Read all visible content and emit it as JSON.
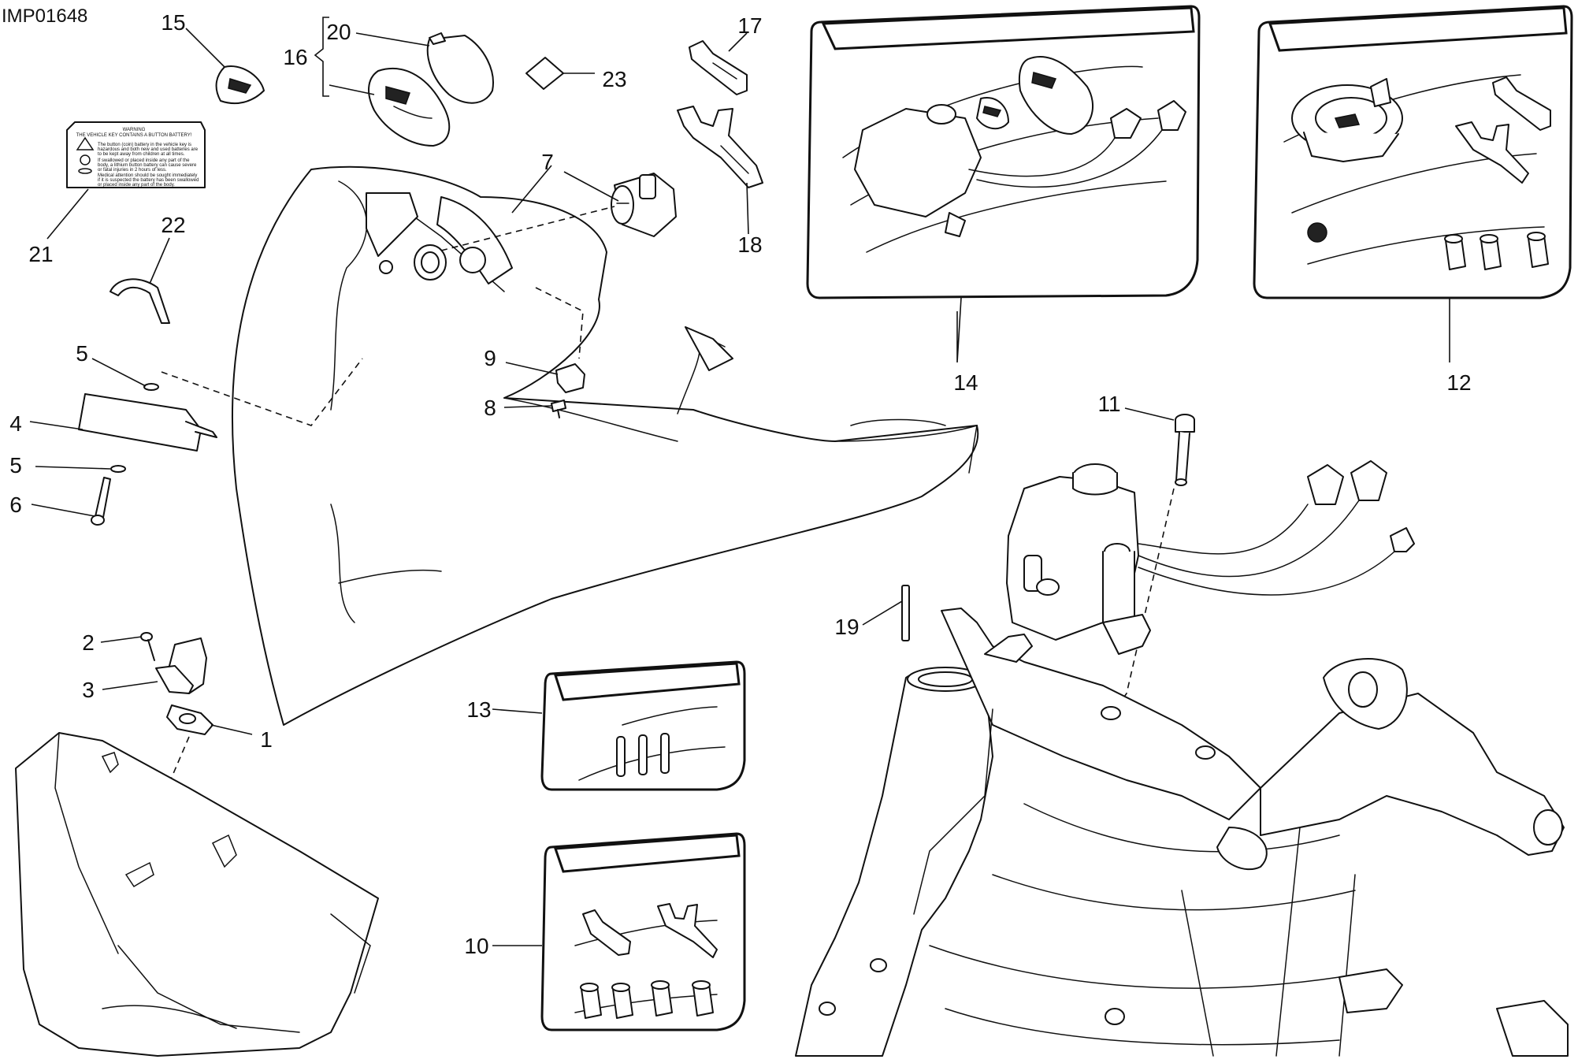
{
  "drawing_id": "IMP01648",
  "callouts": {
    "c1": "1",
    "c2": "2",
    "c3": "3",
    "c4": "4",
    "c5a": "5",
    "c5b": "5",
    "c6": "6",
    "c7": "7",
    "c8": "8",
    "c9": "9",
    "c10": "10",
    "c11": "11",
    "c12": "12",
    "c13": "13",
    "c14": "14",
    "c15": "15",
    "c16": "16",
    "c17": "17",
    "c18": "18",
    "c19": "19",
    "c20": "20",
    "c21": "21",
    "c22": "22",
    "c23": "23"
  },
  "warning_label": {
    "title_1": "WARNING",
    "title_2": "THE VEHICLE KEY CONTAINS A BUTTON BATTERY!",
    "line_1": "The button (coin) battery in the vehicle key is",
    "line_2": "hazardous and both new and used batteries are",
    "line_3": "to be kept away from children at all times.",
    "line_4": "If swallowed or placed inside any part of the",
    "line_5": "body, a lithium button battery can cause severe",
    "line_6": "or fatal injuries in 2 hours of less.",
    "line_7": "Medical attention should be sought immediately",
    "line_8": "if it is suspected the battery has been swallowed",
    "line_9": "or placed inside any part of the body."
  },
  "colors": {
    "line": "#111111",
    "background": "#ffffff"
  }
}
